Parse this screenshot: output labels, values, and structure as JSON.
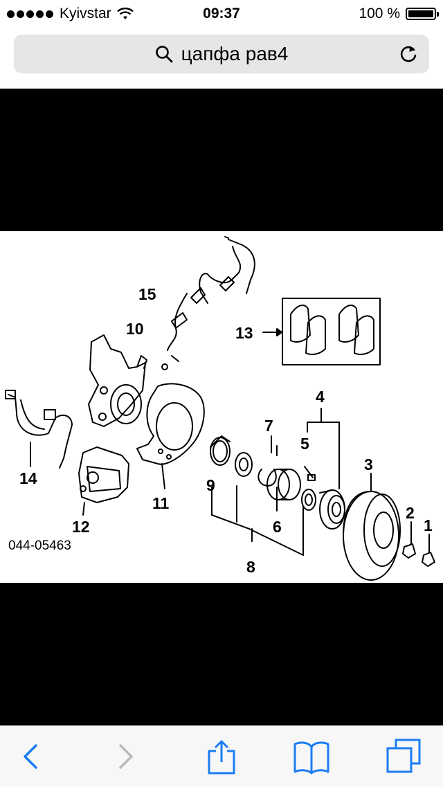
{
  "status_bar": {
    "carrier": "Kyivstar",
    "time": "09:37",
    "battery": "100 %",
    "battery_level": 1.0
  },
  "address_bar": {
    "query": "цапфа рав4",
    "icons": [
      "search-icon",
      "reload-icon"
    ]
  },
  "diagram": {
    "code": "044-05463",
    "labels": {
      "p1": "1",
      "p2": "2",
      "p3": "3",
      "p4": "4",
      "p5": "5",
      "p6": "6",
      "p7": "7",
      "p8": "8",
      "p9": "9",
      "p10": "10",
      "p11": "11",
      "p12": "12",
      "p13": "13",
      "p14": "14",
      "p15": "15"
    }
  },
  "toolbar": {
    "icons": [
      "back-icon",
      "forward-icon",
      "share-icon",
      "bookmarks-icon",
      "tabs-icon"
    ],
    "accent_color": "#1a7cf5",
    "disabled_color": "#b8b8bc"
  }
}
